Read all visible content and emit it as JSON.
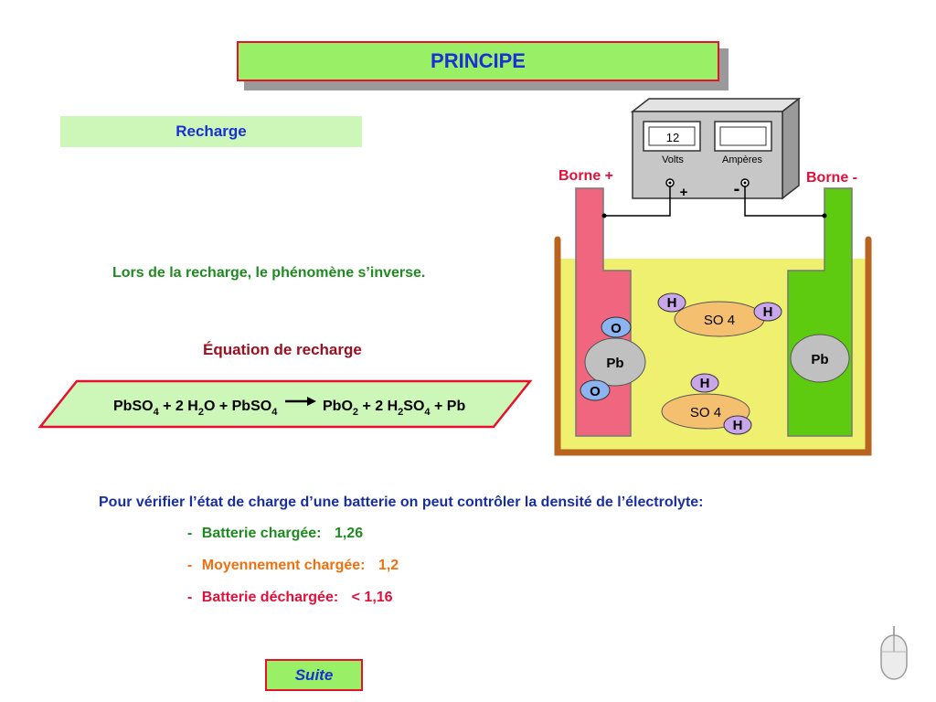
{
  "title": "PRINCIPE",
  "section": "Recharge",
  "intro": "Lors de la recharge, le phénomène s’inverse.",
  "equation_title": "Équation de recharge",
  "equation": {
    "pbso4": "PbSO",
    "sub4": "4",
    "plus_2h": " + 2 H",
    "sub2": "2",
    "o_plus": "O + PbSO",
    "pbo": "PbO",
    "plus_2h2": " + 2 H",
    "so": "SO",
    "plus_pb": " + Pb"
  },
  "diagram": {
    "meter_volts_value": "12",
    "meter_volts_label": "Volts",
    "meter_amperes_label": "Ampères",
    "plus_sign": "+",
    "minus_sign": "-",
    "borne_plus": "Borne +",
    "borne_minus": "Borne -",
    "atom_o": "O",
    "atom_h": "H",
    "atom_pb": "Pb",
    "ion_so4": "SO 4"
  },
  "check_intro": "Pour vérifier l’état de charge d’une batterie on peut contrôler la densité de l’électrolyte:",
  "levels": [
    {
      "dash": "-",
      "label": "Batterie chargée:",
      "value": "1,26",
      "color": "#1f8a1f"
    },
    {
      "dash": "-",
      "label": "Moyennement chargée:",
      "value": "1,2",
      "color": "#f07010"
    },
    {
      "dash": "-",
      "label": "Batterie déchargée:",
      "value": "< 1,16",
      "color": "#e0103a"
    }
  ],
  "suite_button": "Suite",
  "mouse_icon": "mouse-icon"
}
